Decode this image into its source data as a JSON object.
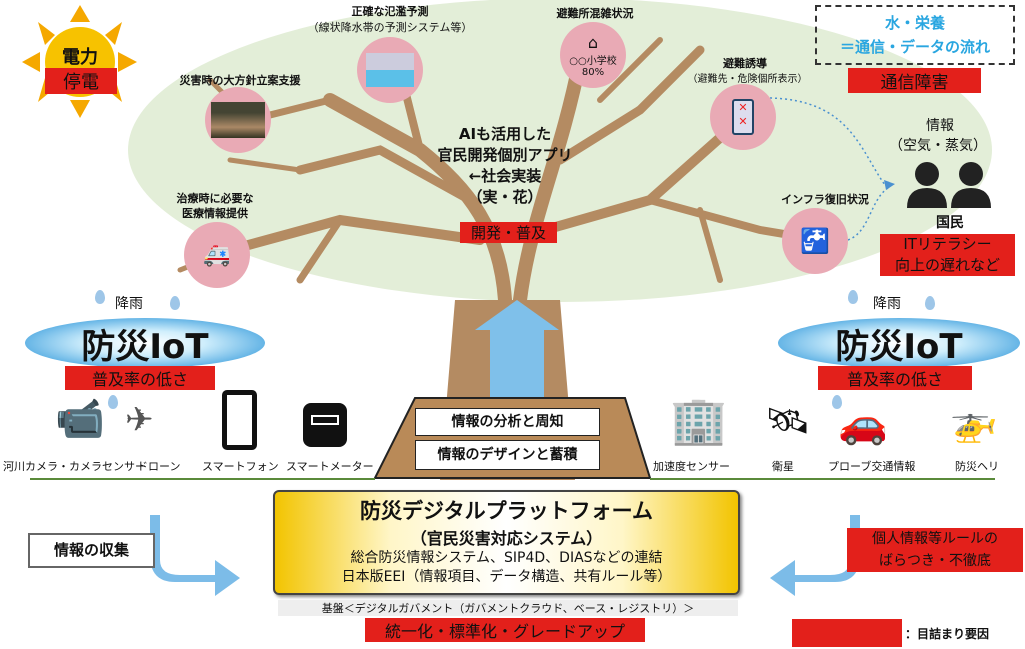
{
  "sun": {
    "top": "電力",
    "bottom": "停電"
  },
  "tree": {
    "center_lines": [
      "AIも活用した",
      "官民開発個別アプリ",
      "←社会実装",
      "（実・花）"
    ],
    "center_issue": "開発・普及",
    "apps": [
      {
        "title": "正確な氾濫予測",
        "subtitle": "（線状降水帯の予測システム等）"
      },
      {
        "title": "避難所混雑状況",
        "circle_lines": [
          "○○小学校",
          "80%"
        ]
      },
      {
        "title": "災害時の大方針立案支援"
      },
      {
        "title": "避難誘導",
        "subtitle": "（避難先・危険個所表示）"
      },
      {
        "title": "治療時に必要な",
        "title2": "医療情報提供"
      },
      {
        "title": "インフラ復旧状況"
      }
    ]
  },
  "legend_box": {
    "line1": "水・栄養",
    "line2": "＝通信・データの流れ",
    "issue": "通信障害"
  },
  "citizens": {
    "info1": "情報",
    "info2": "（空気・蒸気）",
    "label": "国民",
    "issue1": "ITリテラシー",
    "issue2": "向上の遅れなど"
  },
  "rain": "降雨",
  "iot": {
    "label": "防災IoT",
    "issue": "普及率の低さ"
  },
  "devices_left": [
    "河川カメラ・カメラセンサー",
    "ドローン",
    "スマートフォン",
    "スマートメーター"
  ],
  "devices_right": [
    "加速度センサー",
    "衛星",
    "プローブ交通情報",
    "防災ヘリ"
  ],
  "soil": {
    "row1": "情報の分析と周知",
    "row2": "情報のデザインと蓄積"
  },
  "platform": {
    "title": "防災デジタルプラットフォーム",
    "subtitle": "（官民災害対応システム）",
    "line1": "総合防災情報システム、SIP4D、DIASなどの連結",
    "line2": "日本版EEI（情報項目、データ構造、共有ルール等）"
  },
  "foundation": "基盤＜デジタルガバメント（ガバメントクラウド、ベース・レジストリ）＞",
  "foundation_issue": "統一化・標準化・グレードアップ",
  "collect": "情報の収集",
  "rules_issue": {
    "line1": "個人情報等ルールの",
    "line2": "ばらつき・不徹底"
  },
  "legend": {
    "text": "：目詰まり要因",
    "color": "#e3201b"
  }
}
